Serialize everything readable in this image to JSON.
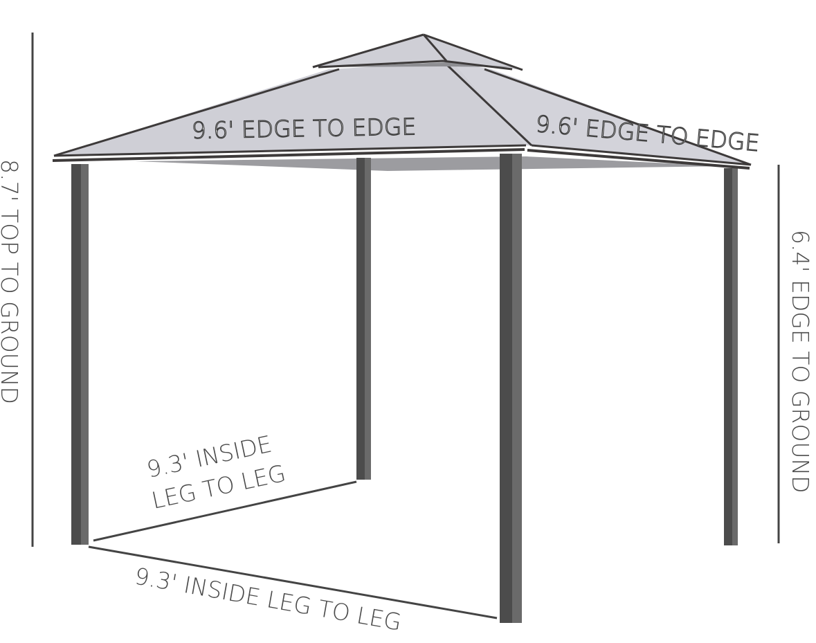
{
  "diagram": {
    "subject": "Gazebo with double-tier roof",
    "colors": {
      "roof": "#cfcfd6",
      "roof_outline": "#3d3a3a",
      "roof_shadow": "#9a9a9e",
      "post_dark": "#4c4c4c",
      "post_light": "#6a6a6a",
      "dimension_line": "#444444",
      "background": "#ffffff"
    },
    "labels": {
      "roof_front": "9.6' EDGE TO EDGE",
      "roof_side": "9.6' EDGE TO EDGE",
      "height_total": "8.7' TOP TO GROUND",
      "height_edge": "6.4' EDGE TO GROUND",
      "inside_depth_line1": "9.3' INSIDE",
      "inside_depth_line2": "LEG TO LEG",
      "inside_width": "9.3' INSIDE LEG TO LEG"
    }
  }
}
